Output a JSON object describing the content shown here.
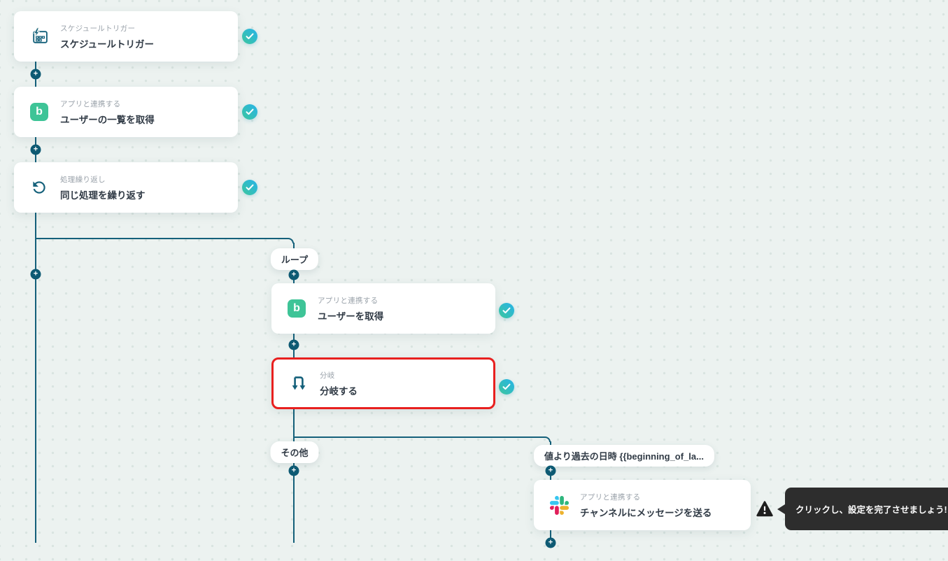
{
  "canvas": {
    "background": "#ecf2f0",
    "dot_color": "#d9e4e0",
    "connector_color": "#14607a"
  },
  "glyphs": {
    "plus": "+",
    "app_b_letter": "b"
  },
  "nodes": [
    {
      "category": "スケジュールトリガー",
      "title": "スケジュールトリガー",
      "icon": "schedule-trigger-icon",
      "status": "completed"
    },
    {
      "category": "アプリと連携する",
      "title": "ユーザーの一覧を取得",
      "icon": "app-b-icon",
      "status": "completed"
    },
    {
      "category": "処理繰り返し",
      "title": "同じ処理を繰り返す",
      "icon": "loop-icon",
      "status": "completed"
    },
    {
      "category": "アプリと連携する",
      "title": "ユーザーを取得",
      "icon": "app-b-icon",
      "status": "completed"
    },
    {
      "category": "分岐",
      "title": "分岐する",
      "icon": "branch-icon",
      "status": "completed",
      "highlighted": true
    },
    {
      "category": "アプリと連携する",
      "title": "チャンネルにメッセージを送る",
      "icon": "slack-icon",
      "status": "warning"
    }
  ],
  "branch_labels": {
    "loop": "ループ",
    "other": "その他",
    "condition": "値より過去の日時 {{beginning_of_la..."
  },
  "tooltip": {
    "text": "クリックし、設定を完了させましょう!"
  },
  "colors": {
    "check_gradient_start": "#3cc69d",
    "check_gradient_end": "#27b3e9",
    "highlight_border": "#e8201f",
    "node_title": "#313b46",
    "node_category": "#9aa2aa",
    "tooltip_bg": "#2d2d2d",
    "app_b_green": "#3ec497",
    "slack_blue": "#36c5f0",
    "slack_green": "#2eb67d",
    "slack_red": "#e01e5a",
    "slack_yellow": "#ecb22e"
  }
}
